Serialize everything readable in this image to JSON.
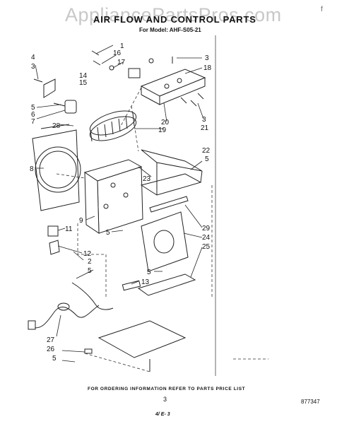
{
  "header": {
    "watermark": "AppliancePartsPros.com",
    "title": "AIR FLOW AND CONTROL PARTS",
    "subtitle": "For Model: AHF-S05-21"
  },
  "footer": {
    "order_note": "FOR ORDERING INFORMATION REFER TO PARTS PRICE LIST",
    "page_number": "3",
    "ref_code": "877347",
    "date_code": "4/ E- 3"
  },
  "corner_mark": "f",
  "callouts": [
    "1",
    "2",
    "3",
    "3",
    "3",
    "4",
    "5",
    "5",
    "5",
    "5",
    "5",
    "6",
    "7",
    "8",
    "9",
    "11",
    "12",
    "13",
    "14",
    "15",
    "16",
    "17",
    "18",
    "19",
    "20",
    "21",
    "22",
    "23",
    "24",
    "25",
    "26",
    "27",
    "28",
    "29"
  ]
}
